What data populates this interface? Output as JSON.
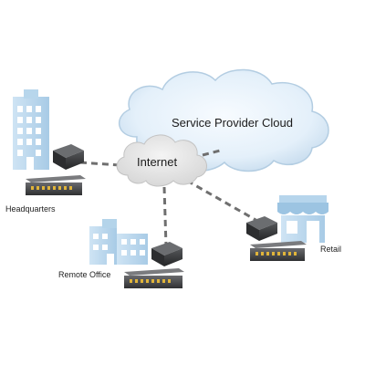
{
  "labels": {
    "cloud": "Service Provider Cloud",
    "internet": "Internet",
    "headquarters": "Headquarters",
    "remote_office": "Remote Office",
    "retail": "Retail"
  },
  "colors": {
    "cloud_edge": "#a9c7df",
    "cloud_fill": "#e9f3fb",
    "internet_cloud": "#e6e6e6",
    "building": "#b9d8ee",
    "building_dark": "#8ebbd9",
    "link": "#6f6f6f",
    "switch_body": "#4c4d4f",
    "router_body": "#3a3b3d",
    "port_accent": "#e0b43a"
  },
  "icons": [
    "office-tower-icon",
    "office-building-icon",
    "retail-store-icon",
    "router-icon",
    "network-switch-icon"
  ]
}
